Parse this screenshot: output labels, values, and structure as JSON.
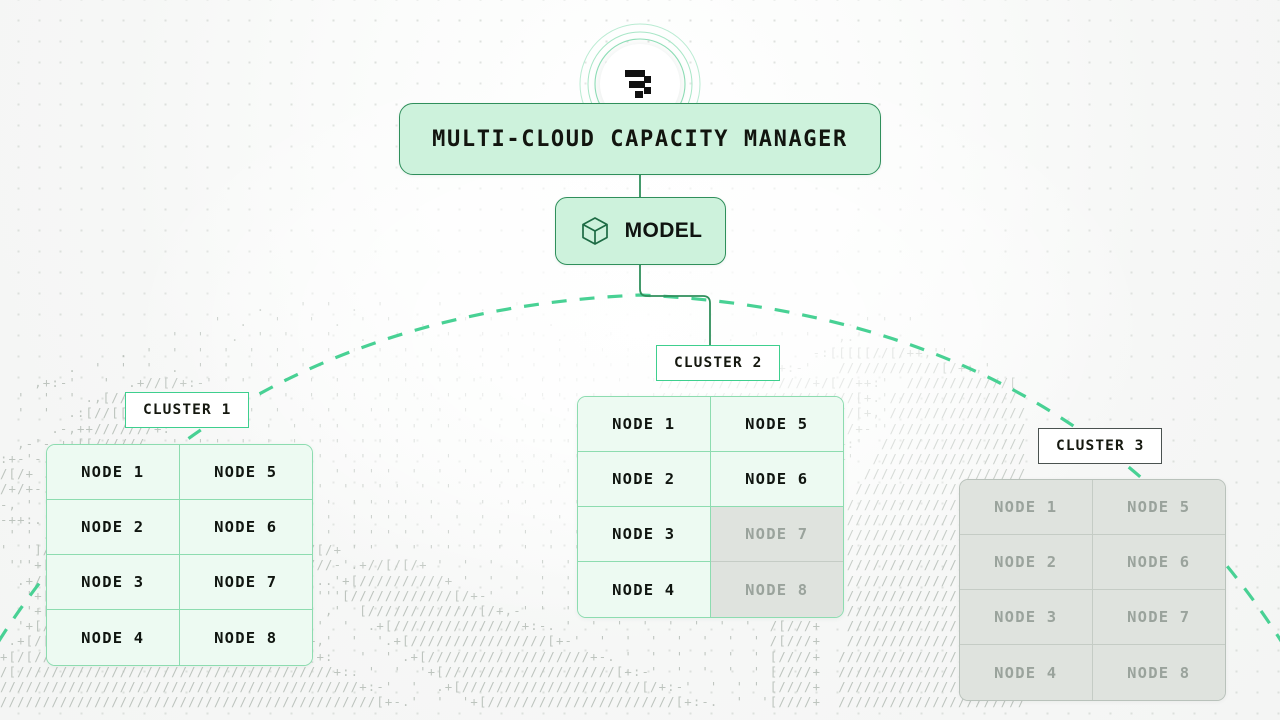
{
  "header": {
    "title": "MULTI-CLOUD CAPACITY MANAGER",
    "logo_icon": "flowbit-logo-icon"
  },
  "model": {
    "label": "MODEL",
    "icon": "cube-icon"
  },
  "colors": {
    "accent_green": "#3ecf8e",
    "node_active_bg": "#edfaf2",
    "node_active_border": "#8ddcb0",
    "header_bg": "#cdf2dc",
    "header_border": "#2f8f5b",
    "node_inactive_bg": "#dfe3de",
    "node_inactive_text": "#9aa39c",
    "page_bg": "#f7f8f7",
    "dot_grid": "#d8dcd8",
    "ascii_art": "#b9c0ba"
  },
  "clusters": [
    {
      "label": "CLUSTER 1",
      "state": "active",
      "nodes": [
        {
          "label": "NODE 1",
          "state": "active"
        },
        {
          "label": "NODE 5",
          "state": "active"
        },
        {
          "label": "NODE 2",
          "state": "active"
        },
        {
          "label": "NODE 6",
          "state": "active"
        },
        {
          "label": "NODE 3",
          "state": "active"
        },
        {
          "label": "NODE 7",
          "state": "active"
        },
        {
          "label": "NODE 4",
          "state": "active"
        },
        {
          "label": "NODE 8",
          "state": "active"
        }
      ]
    },
    {
      "label": "CLUSTER 2",
      "state": "active",
      "nodes": [
        {
          "label": "NODE 1",
          "state": "active"
        },
        {
          "label": "NODE 5",
          "state": "active"
        },
        {
          "label": "NODE 2",
          "state": "active"
        },
        {
          "label": "NODE 6",
          "state": "active"
        },
        {
          "label": "NODE 3",
          "state": "active"
        },
        {
          "label": "NODE 7",
          "state": "inactive"
        },
        {
          "label": "NODE 4",
          "state": "active"
        },
        {
          "label": "NODE 8",
          "state": "inactive"
        }
      ]
    },
    {
      "label": "CLUSTER 3",
      "state": "inactive",
      "nodes": [
        {
          "label": "NODE 1",
          "state": "inactive"
        },
        {
          "label": "NODE 5",
          "state": "inactive"
        },
        {
          "label": "NODE 2",
          "state": "inactive"
        },
        {
          "label": "NODE 6",
          "state": "inactive"
        },
        {
          "label": "NODE 3",
          "state": "inactive"
        },
        {
          "label": "NODE 7",
          "state": "inactive"
        },
        {
          "label": "NODE 4",
          "state": "inactive"
        },
        {
          "label": "NODE 8",
          "state": "inactive"
        }
      ]
    }
  ],
  "background": {
    "ascii_charset": ".'`,:-+/[]",
    "ascii_rows": [
      "                              .    '  '  .  '      '    .   '                                                           ",
      "                         '  .   '   '  .  '  '   .    '  '  '   .                                  . ' '  '             ",
      "                    '  '   .  '  '    '   .   '  '  '   '  '  '  .  '  '          ,  .  '  '  '   ,.'                    ",
      "              .  '  '  '  '  '  '  '  '  '  '  '  '  '  '  '  '  '  ' '  '   ' ' .:+++:,.'     -:[[[[[//[/++,''          ",
      "        .  '  '  '  .  '  '  '  '  ' '  ' ' '  ' ' ' '  '  '  '  ' ' ' ' '   '+[/[//////[/++:-'   ////////////[/+:,'     ",
      "    ,+:-'   '  .+//[/+:-' ' '  ' '  '  '  '  ' ' ' ' ' ' '  '  ' ' ' '  '   '//////////////////+/[//++:'  ////////////[  ",
      "  '  '  ' .,[///[//[/[+:,.  . '  '  '  ' '  ' ' ' ' ' ' ' '  ' ' ' ' ' ' '  '///////////////////////[+.'/////////////// ",
      "  '  '  .:[//[[////+[[+'.-'  '  '  '  ' '  ' ' ' ' '  '  '  ' ' ' '  ' '  '   //////////////////////[+,'//////////////// ",
      "      .-,++///////+:' '  '  '  '  '  ' '  ' ' ' ' ' '  '  '  ' ' ' '  '  '     //////////////////[[/+-''////////////////",
      "  ,-'-.++[[//////-  '  ' '  '  '  '  ' '  ' ' ' '  '  '  '  ' ' ' '  '  '       ////////////////[[+:'  /////////////////",
      ":+-'-.'',[/[[[//[:  ....  '  '  '  ' '  ' ' ' '  '  '  '  ' ' ' '  '  '  '       /////////////[[//+'  //////////////////",
      "/[/+ .'''''+++[///:' ' ' '  '  '  ' '  ' ' ' '  '  '  '  ' ' ' '  '  '  '  '      ///////////[[/+:'  ///////////////////",
      "/+/+-.'.''' .':]+//[: . ' '  '  '  ' '  ' ' ' '  '  '  '  ' ' '  '  '  '  '  '     ////////[[//+:'  ////////////////////",
      "-, ' ' . . . :,/[/////+  ' '  '  '  ' '  ' ' ' '  '  '  '  ' '  '  '  '  '  '  '    ///////[[/+:'  /////////////////////",
      "-++:.'.'''++[[[[//[+-'.' '-'  '  '  ' '  ' ' ' '  '  '  '  '  '  '  '  '  '  '  '   ///////[//++'  //////////////////[/+",
      " ' ' .::-:]+[////////+/.''' ' '  '  ' '  ' ' ' ' '  '  '  '  '  '  '  '  '  '  '  '  ///////[/++:  ////////////////[[//+",
      "'  ']/////[[/++][/+ ' .  +///////////[/+ ' '  ' ' ' '  '  '  '  '  '  '  '  '  '  '   //////[//+:  //////////////////[//",
      " '''+[/[////[[+.''''-:,-://////////////-'.+//[/[/+ '  '  '  '  '  '  '  '  '  '  '  '  /////[//+-  ////////////////////[",
      "  .+/[/////[/[:-:+[///////////////[[[..'+[//////////+ '  '  '  '  '  '  '  '  '  '  '  ////[///+'  /////////////////////",
      "   '+[/[////////[[/[[//////////[[+-:''''[////////////[/+-'  '  '  '  '  '  '  '  '  '  '///[///+'  /////////////////////",
      "   '+[/[//////////////////////////+]  ,'  [/////////////[/+,-' '  '  '  '  '  '  '  '  ' //[///+   /////////////////////",
      "  '+[/[///////////////////////////[+:'  '  .+[///////////////+:-. '  '  '  '  '  '  '  '  /[///+   /////////////////////",
      " .+[/[/////////////////////////////[+,'  '  '.+[////////////////[+-'  '  '  '  '  '  '  ' /[///+   /////////////////////",
      "+[/[////////////////////////////////[+:   '  ' .+[///////////////////+-. '  '  '  '  '  ' [////+  //////////////////////",
      "/[/////////////////////////////////////+:. '  '  '+[////////////////////[+:-'  '  '  '  ' [////+  //////////////////////",
      "//////////////////////////////////////////+:-'  '  .+[/////////////////////[/+:-'  '  ' ' [////+  //////////////////////",
      "////////////////////////////////////////////[+-.'  '  '+[//////////////////////[+:-.  '  '[////+  //////////////////////"
    ]
  }
}
